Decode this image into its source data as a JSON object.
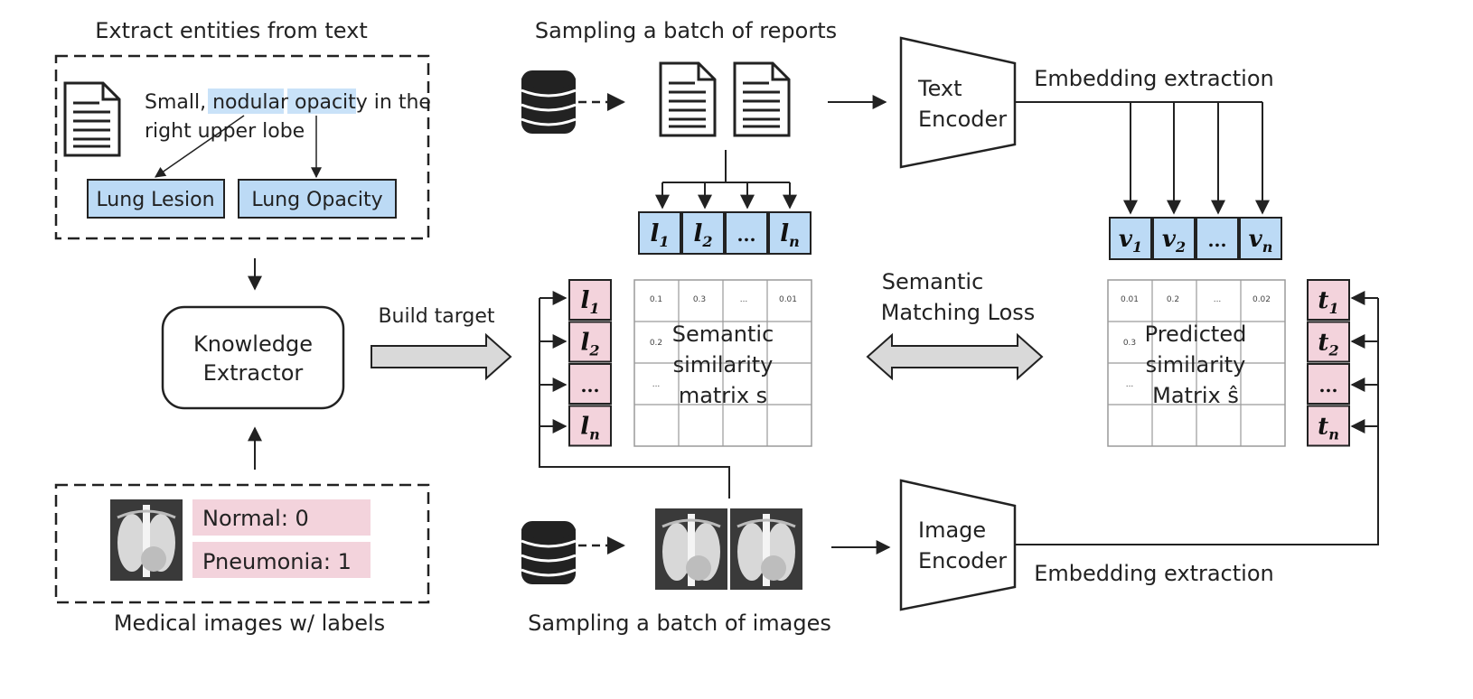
{
  "colors": {
    "blue_box": "#bcdaf5",
    "pink_box": "#f3d3dc",
    "highlight": "#c9e2f8",
    "stroke": "#222222",
    "arrow_fill": "#d9d9d9",
    "grid": "#9a9a9a"
  },
  "icons": [
    "document-icon",
    "database-icon",
    "xray-icon"
  ],
  "left": {
    "top_title": "Extract entities from text",
    "sentence": {
      "pre": "Small, ",
      "hl1": "nodular",
      "hl2": "opacity",
      "post": " in the",
      "line2": "right upper lobe"
    },
    "entity_1": "Lung Lesion",
    "entity_2": "Lung Opacity",
    "extractor_line1": "Knowledge",
    "extractor_line2": "Extractor",
    "label_1": "Normal: 0",
    "label_2": "Pneumonia: 1",
    "bottom_title": "Medical images w/ labels"
  },
  "middle": {
    "reports_title": "Sampling a batch of reports",
    "images_title": "Sampling a batch of images",
    "build_target": "Build target",
    "label_row": [
      {
        "base": "l",
        "sub": "1"
      },
      {
        "base": "l",
        "sub": "2"
      },
      {
        "base": "...",
        "sub": ""
      },
      {
        "base": "l",
        "sub": "n"
      }
    ],
    "matrix_values": {
      "r1c1": "0.1",
      "r1c2": "0.3",
      "r1c3": "...",
      "r1c4": "0.01",
      "r2c1": "0.2",
      "r3c1": "..."
    },
    "matrix_line1": "Semantic",
    "matrix_line2": "similarity",
    "matrix_line3": "matrix s"
  },
  "center": {
    "loss_line1": "Semantic",
    "loss_line2": "Matching Loss"
  },
  "right": {
    "text_encoder_1": "Text",
    "text_encoder_2": "Encoder",
    "image_encoder_1": "Image",
    "image_encoder_2": "Encoder",
    "embed_top": "Embedding extraction",
    "embed_bottom": "Embedding extraction",
    "v_row": [
      {
        "base": "v",
        "sub": "1"
      },
      {
        "base": "v",
        "sub": "2"
      },
      {
        "base": "...",
        "sub": ""
      },
      {
        "base": "v",
        "sub": "n"
      }
    ],
    "t_col": [
      {
        "base": "t",
        "sub": "1"
      },
      {
        "base": "t",
        "sub": "2"
      },
      {
        "base": "...",
        "sub": ""
      },
      {
        "base": "t",
        "sub": "n"
      }
    ],
    "matrix_values": {
      "r1c1": "0.01",
      "r1c2": "0.2",
      "r1c3": "...",
      "r1c4": "0.02",
      "r2c1": "0.3",
      "r3c1": "..."
    },
    "matrix_line1": "Predicted",
    "matrix_line2": "similarity",
    "matrix_line3": "Matrix ŝ"
  }
}
